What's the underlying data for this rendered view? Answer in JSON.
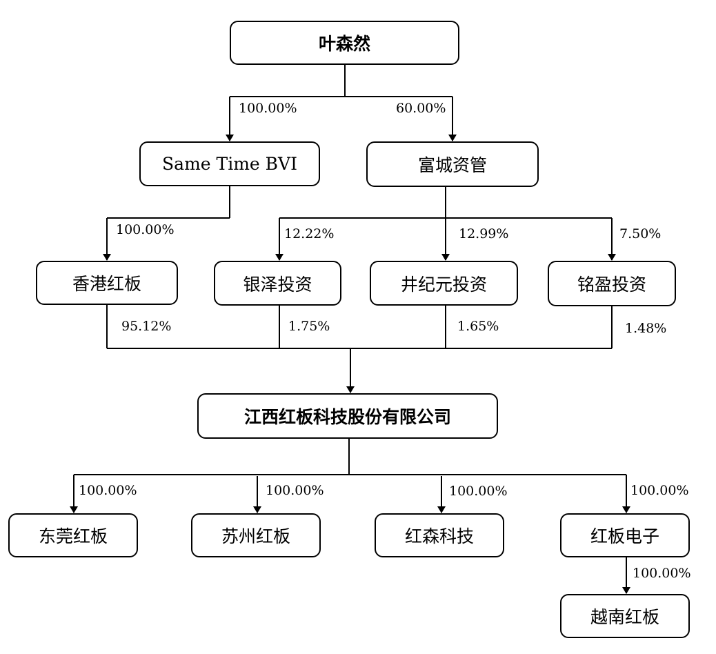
{
  "nodes": {
    "ye_senran": "叶森然",
    "same_time_bvi": "Same Time BVI",
    "fucheng": "富城资管",
    "hk_hongban": "香港红板",
    "yinze": "银泽投资",
    "jingjiyuan": "井纪元投资",
    "mingying": "铭盈投资",
    "company": "江西红板科技股份有限公司",
    "dongguan": "东莞红板",
    "suzhou": "苏州红板",
    "hongsen": "红森科技",
    "hongban_dianzi": "红板电子",
    "vietnam": "越南红板"
  },
  "percentages": {
    "ye_to_bvi": "100.00%",
    "ye_to_fucheng": "60.00%",
    "bvi_to_hk": "100.00%",
    "fucheng_to_yinze": "12.22%",
    "fucheng_to_jingjiyuan": "12.99%",
    "fucheng_to_mingying": "7.50%",
    "hk_to_company": "95.12%",
    "yinze_to_company": "1.75%",
    "jingjiyuan_to_company": "1.65%",
    "mingying_to_company": "1.48%",
    "company_to_dongguan": "100.00%",
    "company_to_suzhou": "100.00%",
    "company_to_hongsen": "100.00%",
    "company_to_dianzi": "100.00%",
    "dianzi_to_vietnam": "100.00%"
  }
}
